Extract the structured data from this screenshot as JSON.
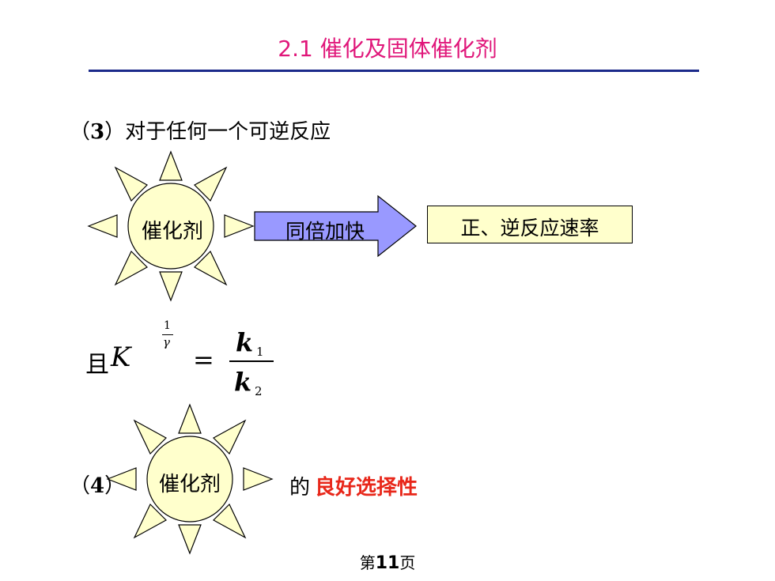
{
  "slide": {
    "title": "2.1 催化及固体催化剂",
    "item3": {
      "prefix_open": "（",
      "number": "3",
      "prefix_close": "）",
      "text": "对于任何一个可逆反应"
    },
    "catalyst_label": "催化剂",
    "arrow_label": "同倍加快",
    "result_label": "正、逆反应速率",
    "equation": {
      "prefix": "且",
      "base": "K",
      "exponent_numerator": "1",
      "exponent_denominator": "γ",
      "equals": "=",
      "numerator": "k",
      "numerator_sub": "1",
      "denominator": "k",
      "denominator_sub": "2"
    },
    "item4": {
      "prefix_open": "（",
      "number": "4",
      "prefix_close": "）",
      "text_plain": "的",
      "text_highlight": "良好选择性"
    },
    "footer": {
      "before": "第",
      "number": "11",
      "after": "页"
    }
  },
  "colors": {
    "title": "#e0177a",
    "rule": "#1b2a8a",
    "sun_fill": "#ffffcc",
    "arrow_fill": "#9999ff",
    "result_fill": "#ffffcc",
    "highlight": "#e8271a"
  },
  "icons": [
    "sun-icon",
    "right-arrow-icon"
  ]
}
